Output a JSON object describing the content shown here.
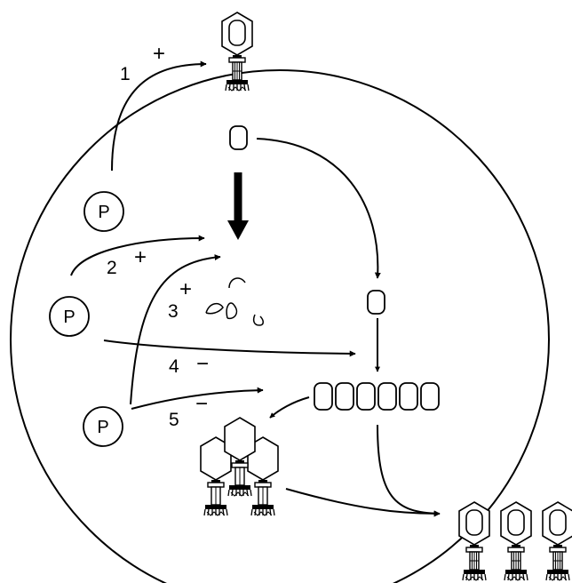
{
  "colors": {
    "line": "#000000",
    "background": "#ffffff"
  },
  "protein_label": "P",
  "steps": [
    {
      "number": "1",
      "effect": "+"
    },
    {
      "number": "2",
      "effect": "+"
    },
    {
      "number": "3",
      "effect": "+"
    },
    {
      "number": "4",
      "effect": "−"
    },
    {
      "number": "5",
      "effect": "−"
    }
  ],
  "icons": [
    "bacteriophage-icon",
    "bacterial-cell",
    "capsid-icon",
    "degradation-fragments-icon"
  ]
}
